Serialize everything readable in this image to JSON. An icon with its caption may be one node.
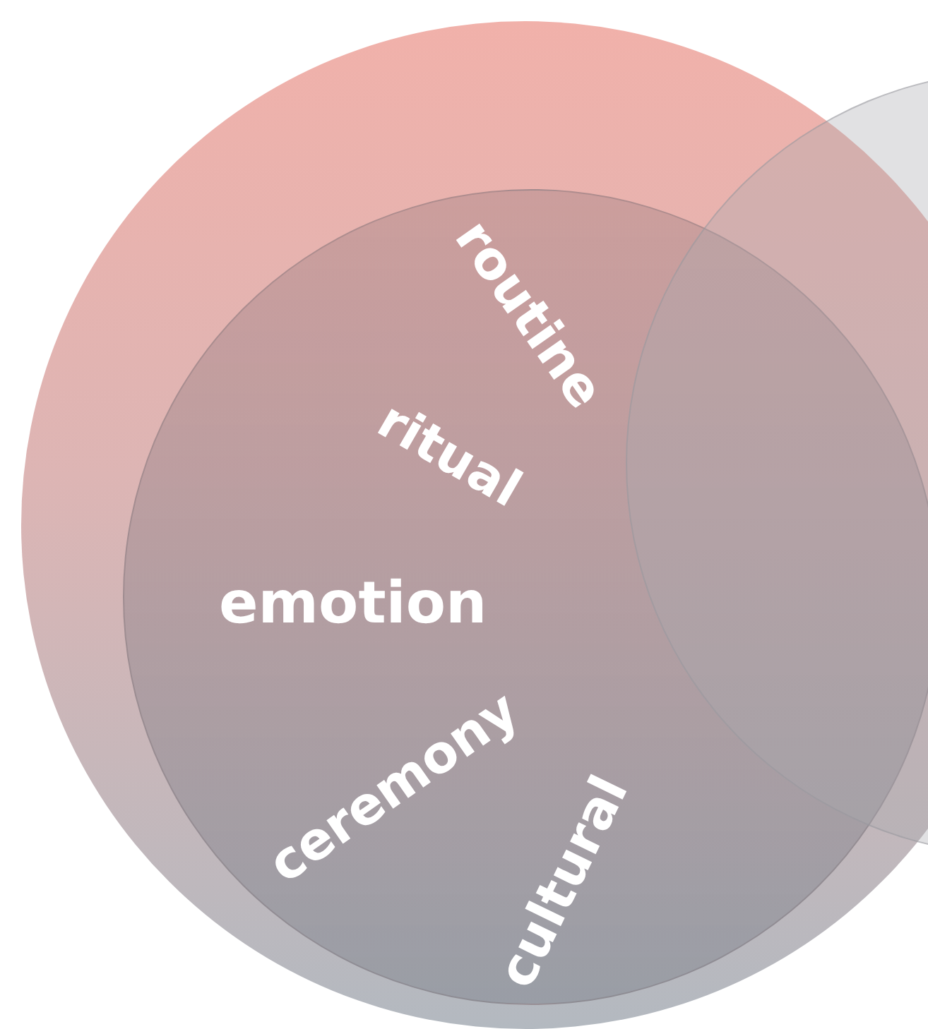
{
  "diagram": {
    "nodes": [
      {
        "text": [],
        "shape": "circle"
      },
      {
        "text": [],
        "shape": "circle",
        "in": 0
      },
      {
        "text": [],
        "shape": "circle"
      }
    ],
    "labels": [
      "routine",
      "ritual",
      "emotion",
      "ceremony",
      "cultural"
    ]
  }
}
